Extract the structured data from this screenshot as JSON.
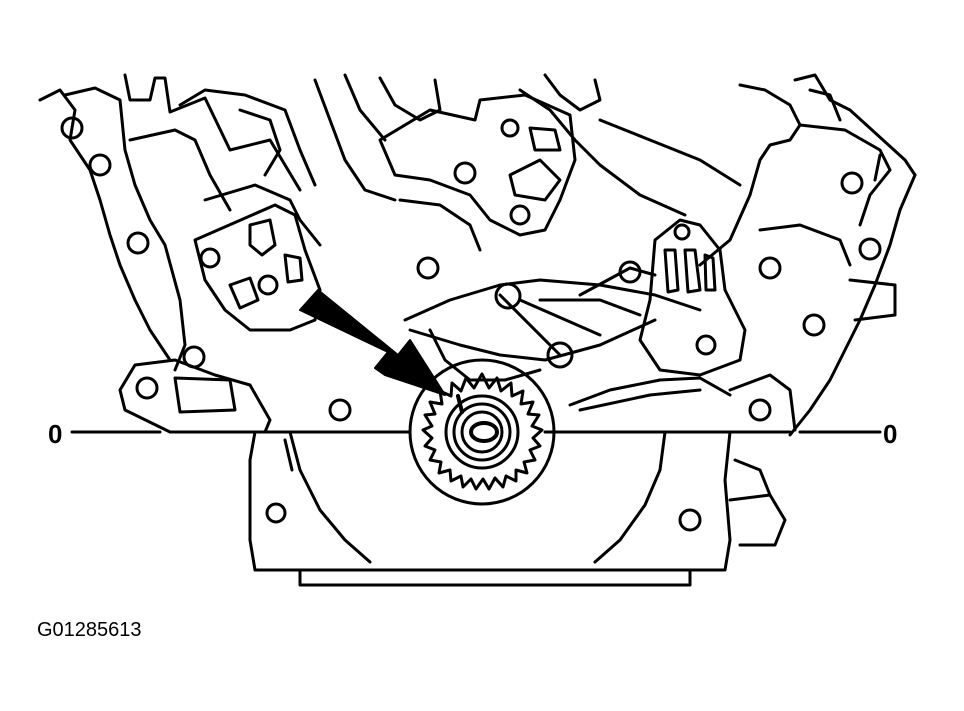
{
  "figure": {
    "id_label": "G01285613",
    "timing_marks": {
      "left_label": "0",
      "right_label": "0"
    },
    "colors": {
      "line": "#000000",
      "background": "#ffffff"
    },
    "callout": "arrow-pointing-to-crankshaft-sprocket-timing-mark"
  }
}
